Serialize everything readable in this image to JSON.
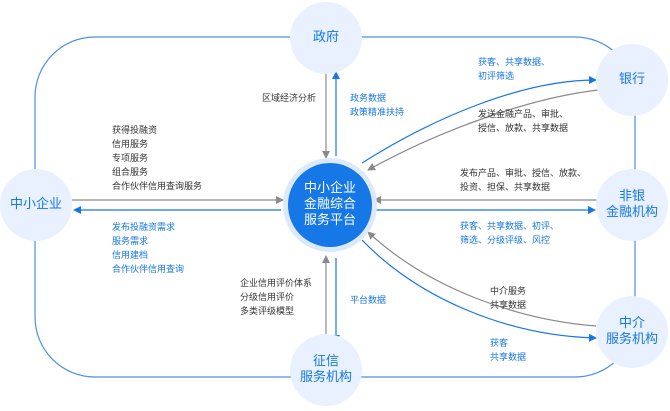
{
  "nodes": {
    "center": [
      "中小企业",
      "金融综合",
      "服务平台"
    ],
    "government": [
      "政府"
    ],
    "bank": [
      "银行"
    ],
    "nonbank": [
      "非银",
      "金融机构"
    ],
    "intermediary": [
      "中介",
      "服务机构"
    ],
    "credit": [
      "征信",
      "服务机构"
    ],
    "sme": [
      "中小企业"
    ]
  },
  "labels": {
    "gov_regional": [
      "区域经济分析"
    ],
    "gov_data": [
      "政务数据",
      "政策精准扶持"
    ],
    "bank_in": [
      "获客、共享数据、",
      "初评筛选"
    ],
    "bank_out": [
      "发送金融产品、审批、",
      "授信、放款、共享数据"
    ],
    "nonbank_out": [
      "发布产品、审批、授信、放款、",
      "投资、担保、共享数据"
    ],
    "nonbank_in": [
      "获客、共享数据、初评、",
      "筛选、分级评级、风控"
    ],
    "inter_out": [
      "中介服务",
      "共享数据"
    ],
    "inter_in": [
      "获客",
      "共享数据"
    ],
    "credit_out": [
      "企业信用评价体系",
      "分级信用评价",
      "多类评级模型"
    ],
    "credit_in": [
      "平台数据"
    ],
    "sme_services": [
      "获得投融资",
      "信用服务",
      "专项服务",
      "组合服务",
      "合作伙伴信用查询服务"
    ],
    "sme_demands": [
      "发布投融资需求",
      "服务需求",
      "信用建档",
      "合作伙伴信用查询"
    ]
  }
}
